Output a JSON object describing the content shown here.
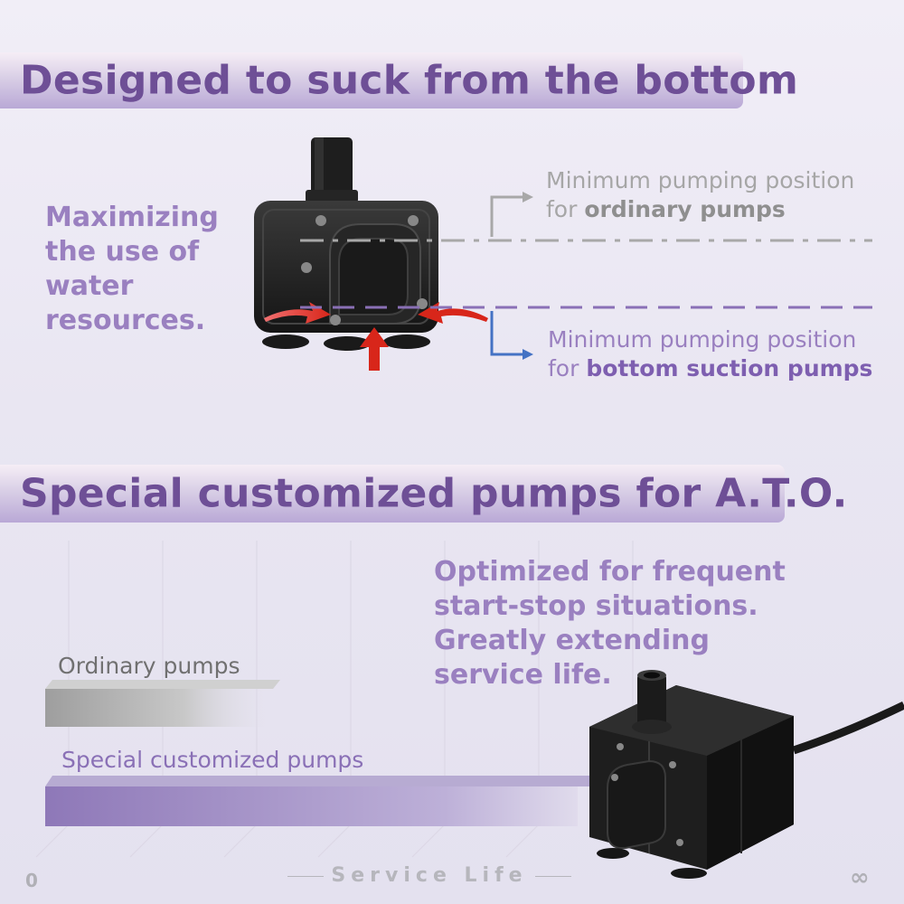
{
  "heading1": "Designed to suck from the bottom",
  "heading2": "Special customized pumps for A.T.O.",
  "left_text": [
    "Maximizing",
    "the use of",
    "water",
    "resources."
  ],
  "ordinary_label": {
    "line1": "Minimum pumping position",
    "line2_prefix": "for ",
    "line2_bold": "ordinary pumps"
  },
  "bottom_label": {
    "line1": "Minimum pumping position",
    "line2_prefix": "for ",
    "line2_bold": "bottom suction pumps"
  },
  "ato_text": [
    "Optimized for frequent",
    "start-stop situations.",
    "Greatly extending",
    "service life."
  ],
  "bars": {
    "ordinary_label": "Ordinary pumps",
    "special_label": "Special customized pumps",
    "ordinary_fraction": 0.27,
    "special_fraction": 0.62
  },
  "axis": {
    "zero": "0",
    "title": "Service  Life",
    "infinity": "∞"
  },
  "colors": {
    "heading": "#6e4f96",
    "accent_purple": "#9a80c0",
    "arrow_blue": "#4472c4",
    "arrow_red": "#e03a2a"
  }
}
